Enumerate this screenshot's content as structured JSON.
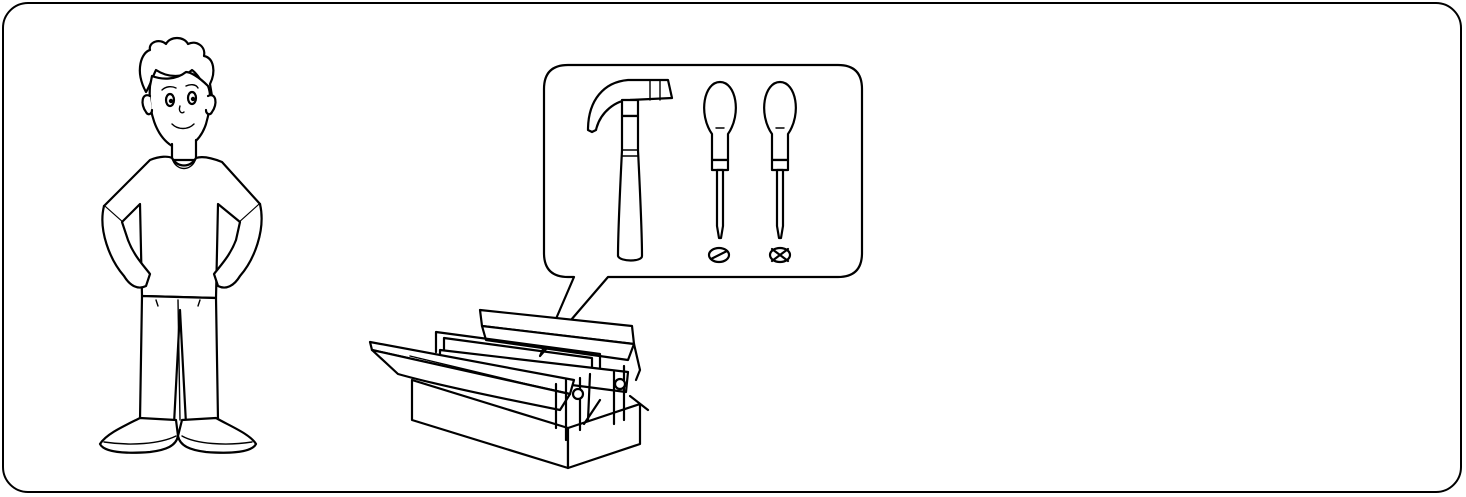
{
  "illustration": {
    "figures": [
      "person-standing",
      "tool-box",
      "callout-bubble",
      "hammer",
      "flat-screwdriver",
      "phillips-screwdriver"
    ],
    "icons": [
      "flat-head-tip-icon",
      "phillips-head-tip-icon"
    ],
    "stroke_color": "#000000",
    "background_color": "#ffffff"
  }
}
